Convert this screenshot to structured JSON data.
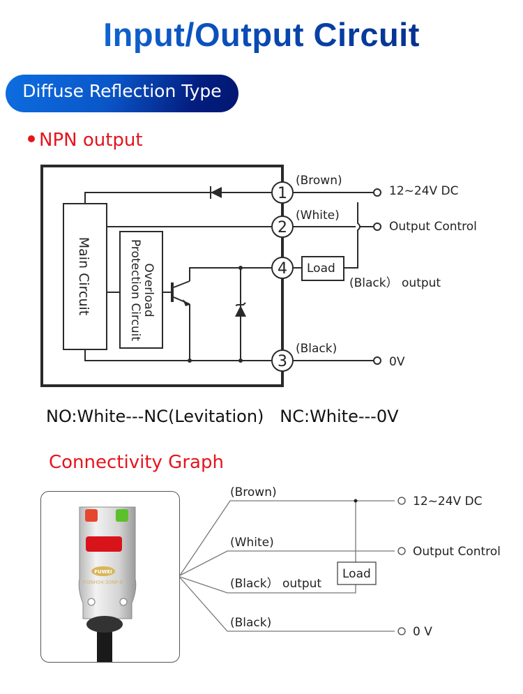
{
  "header": {
    "title": "Input/Output Circuit",
    "type_badge": "Diffuse Reflection Type",
    "section_label": "NPN output",
    "colors": {
      "title_blue": "#0a4db8",
      "accent_red": "#e5141d",
      "badge_blue": "#0a56c8"
    }
  },
  "circuit": {
    "main_block": "Main Circuit",
    "protection_block_line1": "Overload",
    "protection_block_line2": "Protection Circuit",
    "terminals": [
      {
        "number": "1",
        "wire": "(Brown)",
        "destination": "12~24V DC"
      },
      {
        "number": "2",
        "wire": "(White)",
        "destination": "Output Control"
      },
      {
        "number": "4",
        "wire": "(Black）output",
        "destination": ""
      },
      {
        "number": "3",
        "wire": "(Black)",
        "destination": "0V"
      }
    ],
    "load_label": "Load",
    "black_output_label": "(Black） output"
  },
  "notes": {
    "mode_text": "NO:White---NC(Levitation)   NC:White---0V"
  },
  "connectivity": {
    "title": "Connectivity Graph",
    "product": {
      "brand": "FUWEI",
      "model": "FGNH04-30NF-B"
    },
    "wires": [
      {
        "label": "(Brown)",
        "destination": "12~24V DC"
      },
      {
        "label": "(White)",
        "destination": "Output Control"
      },
      {
        "label": "(Black） output",
        "destination": ""
      },
      {
        "label": "(Black)",
        "destination": "0 V"
      }
    ],
    "load_label": "Load"
  }
}
